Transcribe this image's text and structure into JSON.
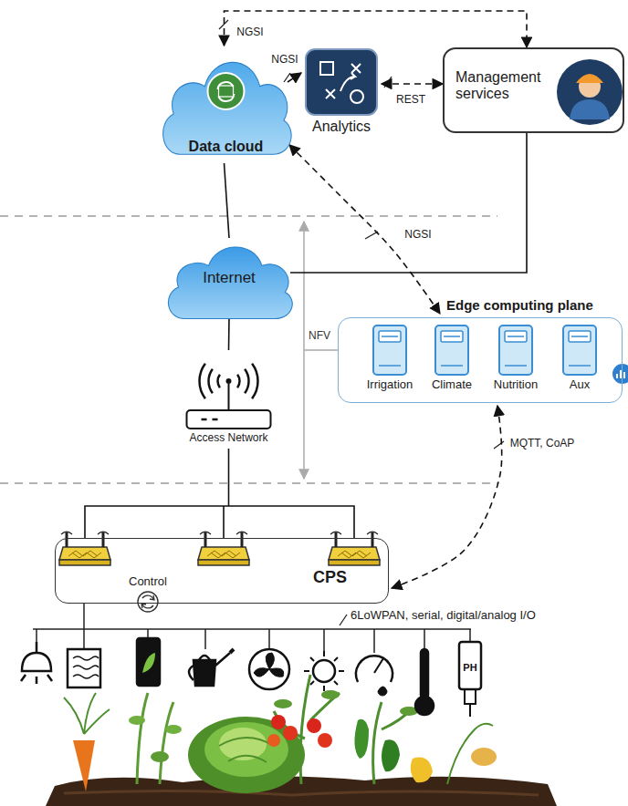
{
  "diagram": {
    "nodes": [
      {
        "text": [
          "Data cloud"
        ]
      },
      {
        "text": [
          "Analytics"
        ]
      },
      {
        "text": [
          "Management services"
        ]
      },
      {
        "text": [
          "Internet"
        ]
      },
      {
        "text": [
          "Access Network"
        ]
      },
      {
        "text": [
          "Edge computing plane"
        ]
      },
      {
        "text": [
          "Irrigation"
        ],
        "in": 5
      },
      {
        "text": [
          "Climate"
        ],
        "in": 5
      },
      {
        "text": [
          "Nutrition"
        ],
        "in": 5
      },
      {
        "text": [
          "Aux"
        ],
        "in": 5
      },
      {
        "text": [
          "CPS",
          "Control"
        ]
      }
    ],
    "edges": [
      {
        "from": 0,
        "to": 1,
        "arrow": "to",
        "label": "NGSI"
      },
      {
        "from": 1,
        "to": 2,
        "arrow": "both",
        "label": "REST"
      },
      {
        "from": 0,
        "to": 2,
        "arrow": "both",
        "label": "NGSI"
      },
      {
        "from": 0,
        "to": 5,
        "arrow": "both",
        "label": "NGSI"
      },
      {
        "from": 0,
        "to": 3,
        "arrow": "none"
      },
      {
        "from": 3,
        "to": 2,
        "arrow": "none"
      },
      {
        "from": 3,
        "to": 4,
        "arrow": "none"
      },
      {
        "from": 5,
        "to": 10,
        "arrow": "both",
        "label": "MQTT, CoAP"
      },
      {
        "from": 4,
        "to": 10,
        "arrow": "none"
      }
    ],
    "labels": [
      "NFV",
      "6LoWPAN, serial, digital/analog I/O",
      "PH"
    ]
  }
}
